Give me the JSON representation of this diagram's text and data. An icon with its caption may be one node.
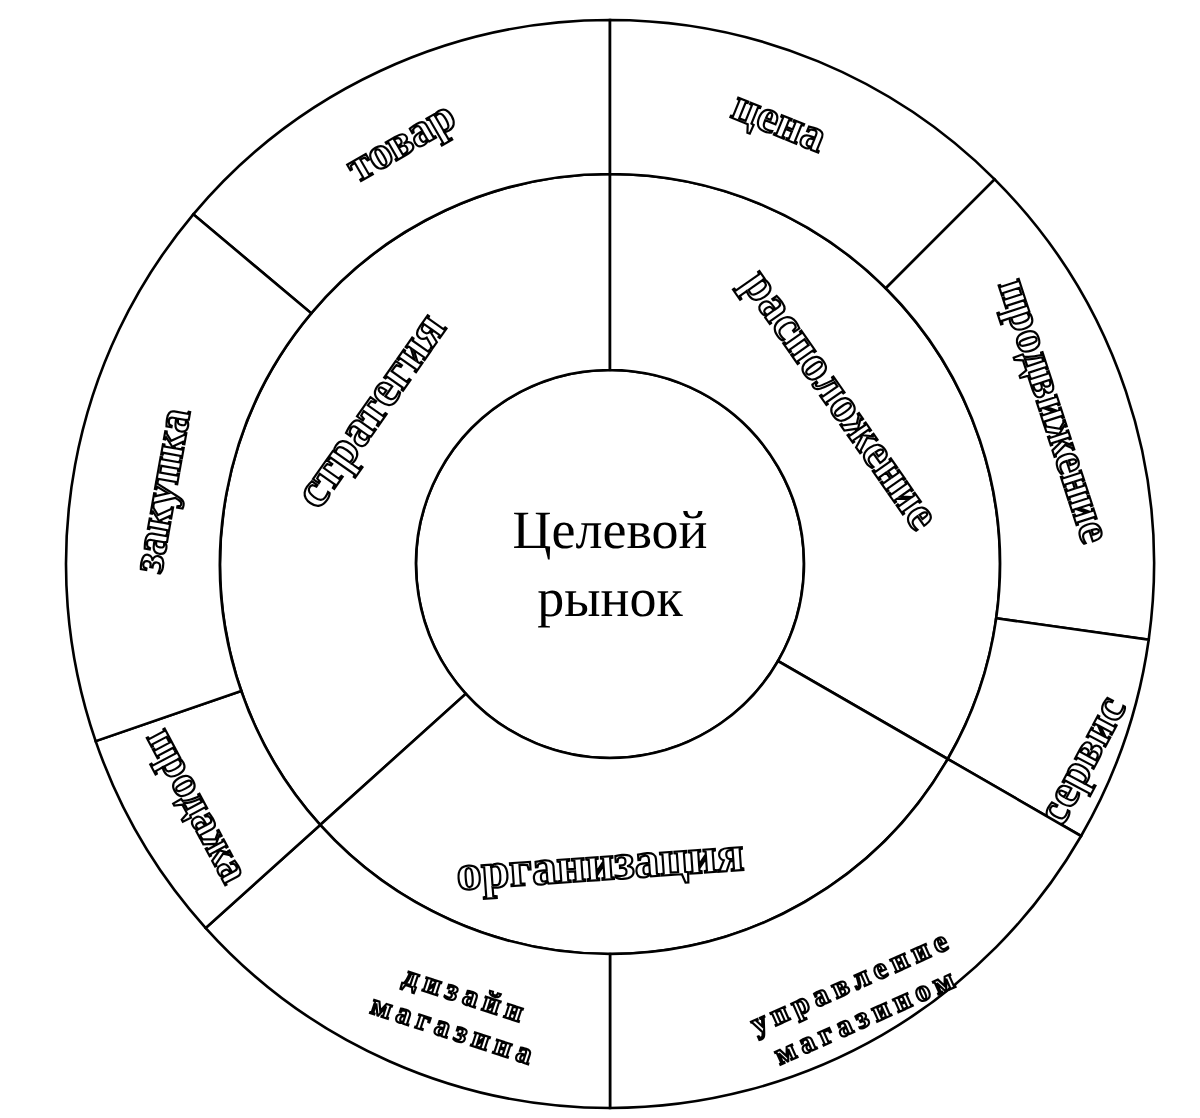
{
  "diagram": {
    "nodes": [
      {
        "text": [
          "Целевой рынок"
        ]
      },
      {
        "text": [
          "стратегия"
        ]
      },
      {
        "text": [
          "расположение"
        ]
      },
      {
        "text": [
          "организация"
        ]
      },
      {
        "text": [
          "товар"
        ]
      },
      {
        "text": [
          "цена"
        ]
      },
      {
        "text": [
          "продвижение"
        ]
      },
      {
        "text": [
          "сервис"
        ]
      },
      {
        "text": [
          "управление магазином"
        ]
      },
      {
        "text": [
          "дизайн магазина"
        ]
      },
      {
        "text": [
          "продажа"
        ]
      },
      {
        "text": [
          "закупка"
        ]
      }
    ]
  }
}
